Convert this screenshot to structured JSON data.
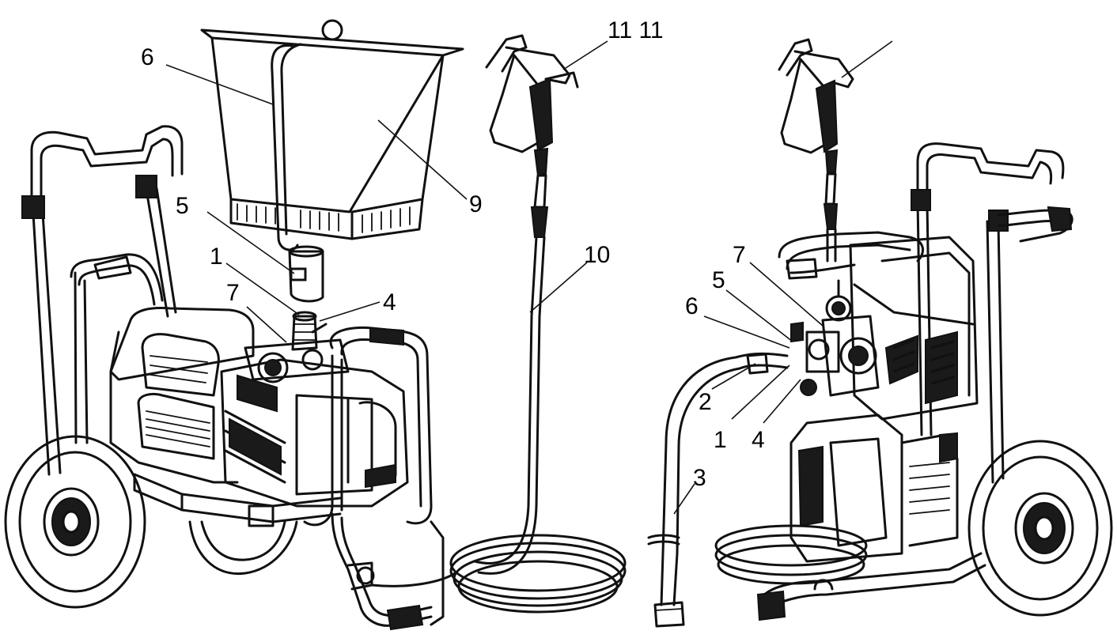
{
  "callouts": {
    "left_6": "6",
    "left_9": "9",
    "left_5": "5",
    "left_1": "1",
    "left_7": "7",
    "left_4": "4",
    "mid_11": "11 11",
    "mid_10": "10",
    "right_7": "7",
    "right_5": "5",
    "right_6": "6",
    "right_2": "2",
    "right_1": "1",
    "right_4": "4",
    "right_3": "3"
  },
  "colors": {
    "line": "#111111",
    "background": "#ffffff"
  }
}
